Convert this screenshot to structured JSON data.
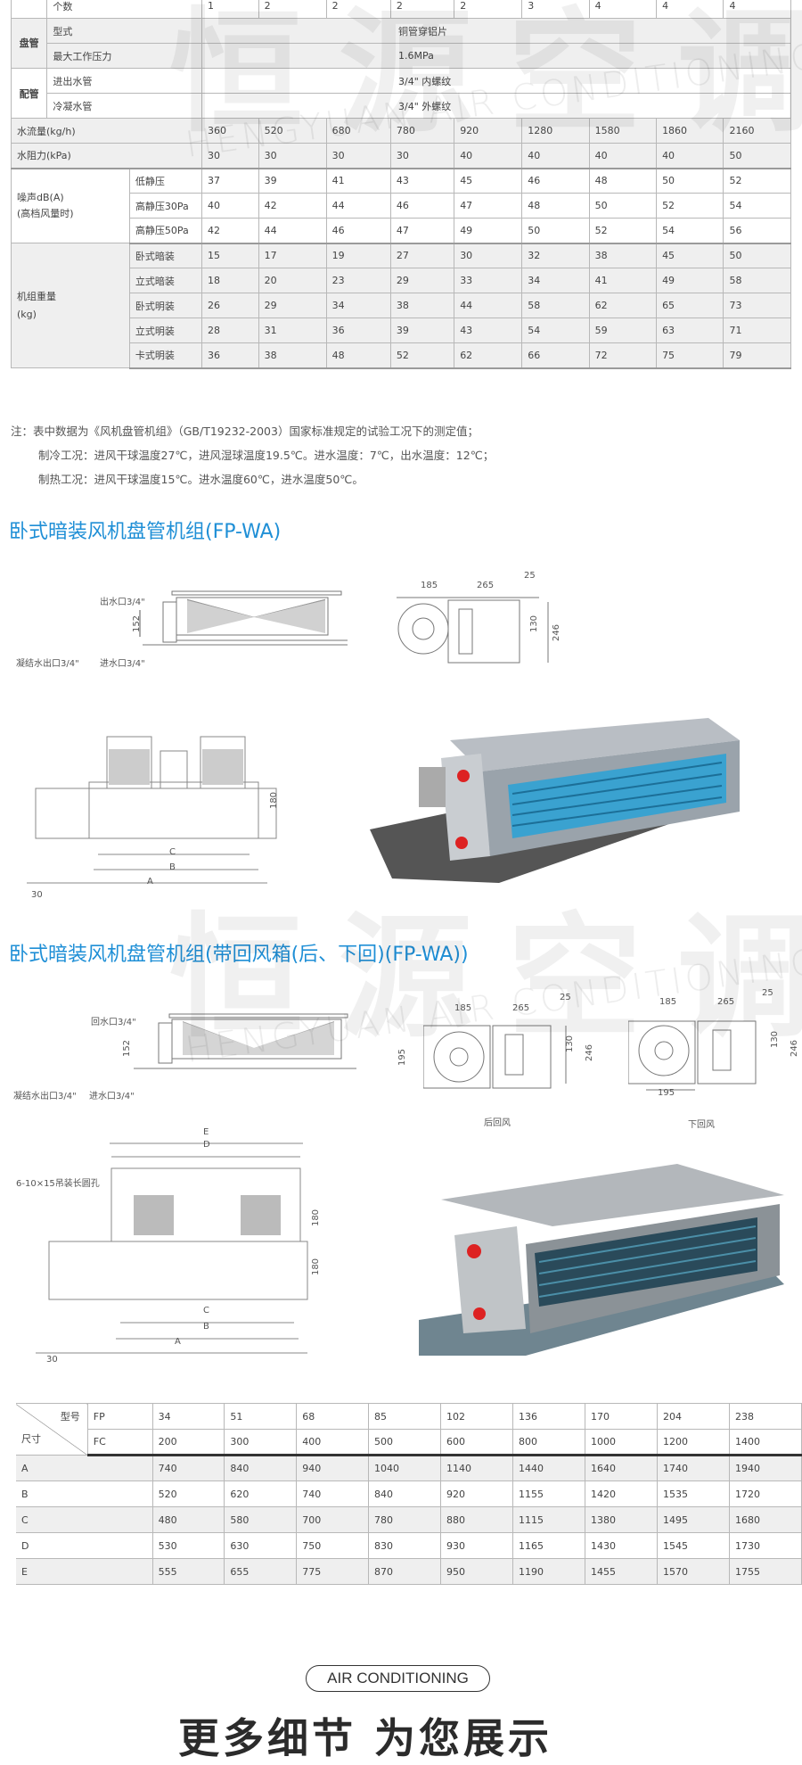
{
  "watermark": {
    "cn": "恒源空调",
    "en": "HENGYUAN AIR CONDITIONING"
  },
  "spec_table": {
    "count_row": {
      "label": "个数",
      "values": [
        "1",
        "2",
        "2",
        "2",
        "2",
        "3",
        "4",
        "4",
        "4"
      ]
    },
    "coil": {
      "group": "盘管",
      "type_label": "型式",
      "type_value": "铜管穿铝片",
      "pressure_label": "最大工作压力",
      "pressure_value": "1.6MPa"
    },
    "piping": {
      "group": "配管",
      "inout_label": "进出水管",
      "inout_value": "3/4\" 内螺纹",
      "condensate_label": "冷凝水管",
      "condensate_value": "3/4\" 外螺纹"
    },
    "flow": {
      "label": "水流量(kg/h)",
      "values": [
        "360",
        "520",
        "680",
        "780",
        "920",
        "1280",
        "1580",
        "1860",
        "2160"
      ]
    },
    "resistance": {
      "label": "水阻力(kPa)",
      "values": [
        "30",
        "30",
        "30",
        "30",
        "40",
        "40",
        "40",
        "40",
        "50"
      ]
    },
    "noise": {
      "group": "噪声dB(A)",
      "group2": "(高档风量时)",
      "rows": [
        {
          "label": "低静压",
          "values": [
            "37",
            "39",
            "41",
            "43",
            "45",
            "46",
            "48",
            "50",
            "52"
          ]
        },
        {
          "label": "高静压30Pa",
          "values": [
            "40",
            "42",
            "44",
            "46",
            "47",
            "48",
            "50",
            "52",
            "54"
          ]
        },
        {
          "label": "高静压50Pa",
          "values": [
            "42",
            "44",
            "46",
            "47",
            "49",
            "50",
            "52",
            "54",
            "56"
          ]
        }
      ]
    },
    "weight": {
      "group": "机组重量",
      "group2": "(kg)",
      "rows": [
        {
          "label": "卧式暗装",
          "values": [
            "15",
            "17",
            "19",
            "27",
            "30",
            "32",
            "38",
            "45",
            "50"
          ]
        },
        {
          "label": "立式暗装",
          "values": [
            "18",
            "20",
            "23",
            "29",
            "33",
            "34",
            "41",
            "49",
            "58"
          ]
        },
        {
          "label": "卧式明装",
          "values": [
            "26",
            "29",
            "34",
            "38",
            "44",
            "58",
            "62",
            "65",
            "73"
          ]
        },
        {
          "label": "立式明装",
          "values": [
            "28",
            "31",
            "36",
            "39",
            "43",
            "54",
            "59",
            "63",
            "71"
          ]
        },
        {
          "label": "卡式明装",
          "values": [
            "36",
            "38",
            "48",
            "52",
            "62",
            "66",
            "72",
            "75",
            "79"
          ]
        }
      ]
    }
  },
  "note": {
    "line1": "注：表中数据为《风机盘管机组》（GB/T19232-2003）国家标准规定的试验工况下的测定值；",
    "line2": "制冷工况：进风干球温度27℃，进风湿球温度19.5℃。进水温度：7℃，出水温度：12℃；",
    "line3": "制热工况：进风干球温度15℃。进水温度60℃，进水温度50℃。"
  },
  "section1": {
    "title": "卧式暗装风机盘管机组(FP-WA)",
    "side_labels": {
      "outlet": "出水口3/4\"",
      "condensate": "凝结水出口3/4\"",
      "inlet": "进水口3/4\"",
      "h": "152"
    },
    "end_dims": {
      "d1": "185",
      "d2": "265",
      "d3": "25",
      "h1": "130",
      "h2": "246"
    },
    "plan_dims": {
      "a": "A",
      "b": "B",
      "c": "C",
      "h": "180",
      "off": "30"
    }
  },
  "section2": {
    "title": "卧式暗装风机盘管机组(带回风箱(后、下回)(FP-WA))",
    "side_labels": {
      "return": "回水口3/4\"",
      "condensate": "凝结水出口3/4\"",
      "inlet": "进水口3/4\"",
      "h": "152"
    },
    "rear": {
      "caption": "后回风",
      "d1": "185",
      "d2": "265",
      "d3": "25",
      "h0": "195",
      "h1": "130",
      "h2": "246"
    },
    "bottom": {
      "caption": "下回风",
      "d1": "185",
      "d2": "265",
      "d3": "25",
      "w": "195",
      "h1": "130",
      "h2": "246"
    },
    "plan_dims": {
      "hole": "6-10×15吊装长圆孔",
      "a": "A",
      "b": "B",
      "c": "C",
      "d": "D",
      "e": "E",
      "h1": "180",
      "h2": "180",
      "off": "30"
    }
  },
  "dim_table": {
    "corner_model": "型号",
    "corner_size": "尺寸",
    "fp_label": "FP",
    "fc_label": "FC",
    "fp": [
      "34",
      "51",
      "68",
      "85",
      "102",
      "136",
      "170",
      "204",
      "238"
    ],
    "fc": [
      "200",
      "300",
      "400",
      "500",
      "600",
      "800",
      "1000",
      "1200",
      "1400"
    ],
    "rows": [
      {
        "label": "A",
        "values": [
          "740",
          "840",
          "940",
          "1040",
          "1140",
          "1440",
          "1640",
          "1740",
          "1940"
        ]
      },
      {
        "label": "B",
        "values": [
          "520",
          "620",
          "740",
          "840",
          "920",
          "1155",
          "1420",
          "1535",
          "1720"
        ]
      },
      {
        "label": "C",
        "values": [
          "480",
          "580",
          "700",
          "780",
          "880",
          "1115",
          "1380",
          "1495",
          "1680"
        ]
      },
      {
        "label": "D",
        "values": [
          "530",
          "630",
          "750",
          "830",
          "930",
          "1165",
          "1430",
          "1545",
          "1730"
        ]
      },
      {
        "label": "E",
        "values": [
          "555",
          "655",
          "775",
          "870",
          "950",
          "1190",
          "1455",
          "1570",
          "1755"
        ]
      }
    ]
  },
  "footer": {
    "badge": "AIR CONDITIONING",
    "title": "更多细节 为您展示"
  }
}
